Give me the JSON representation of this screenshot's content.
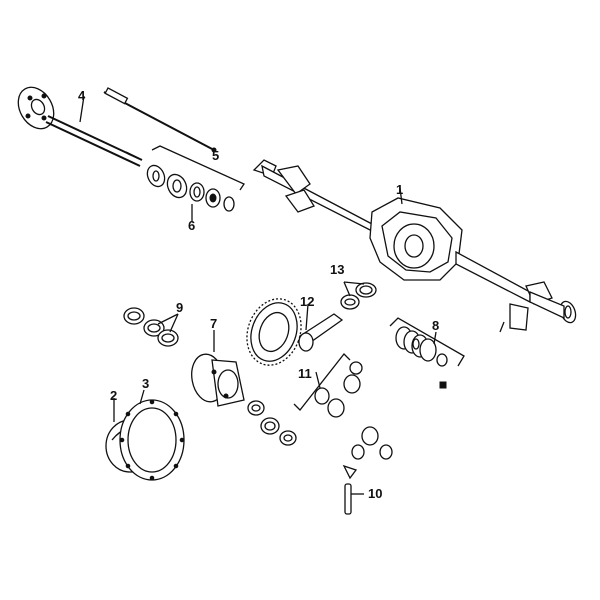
{
  "diagram": {
    "type": "exploded-parts-diagram",
    "callouts": [
      {
        "id": "1",
        "label": "1",
        "part": "axle-housing"
      },
      {
        "id": "2",
        "label": "2",
        "part": "differential-cover"
      },
      {
        "id": "3",
        "label": "3",
        "part": "cover-gasket"
      },
      {
        "id": "4",
        "label": "4",
        "part": "axle-shaft"
      },
      {
        "id": "5",
        "label": "5",
        "part": "axle-bearing-kit"
      },
      {
        "id": "6",
        "label": "6",
        "part": "axle-seal"
      },
      {
        "id": "7",
        "label": "7",
        "part": "differential-case"
      },
      {
        "id": "8",
        "label": "8",
        "part": "pinion-shims"
      },
      {
        "id": "9",
        "label": "9",
        "part": "carrier-bearings"
      },
      {
        "id": "10",
        "label": "10",
        "part": "cross-shaft-pin"
      },
      {
        "id": "11",
        "label": "11",
        "part": "spider-gear-kit"
      },
      {
        "id": "12",
        "label": "12",
        "part": "ring-and-pinion"
      },
      {
        "id": "13",
        "label": "13",
        "part": "pinion-bearings"
      }
    ],
    "colors": {
      "ink": "#111111",
      "background": "#ffffff"
    }
  }
}
